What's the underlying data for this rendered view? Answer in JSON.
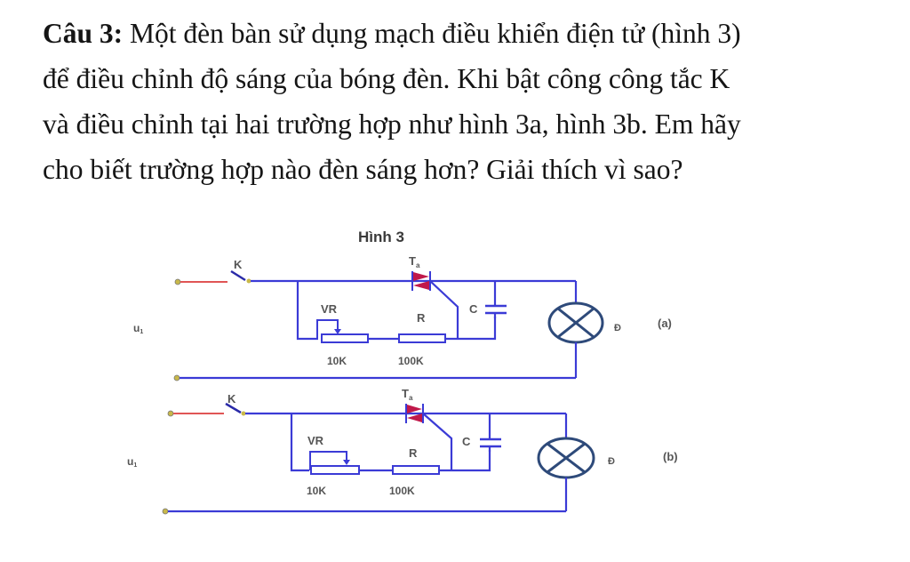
{
  "question": {
    "label": "Câu 3:",
    "lines": [
      " Một đèn bàn sử dụng mạch điều khiển điện tử (hình 3)",
      "để điều chỉnh độ sáng của bóng đèn. Khi bật công công tắc K",
      "và điều chỉnh tại hai trường hợp như hình 3a, hình 3b. Em hãy",
      "cho biết trường hợp nào đèn sáng hơn? Giải thích vì sao?"
    ]
  },
  "figure": {
    "title": "Hình 3",
    "colors": {
      "wire": "#3b3bd6",
      "switch_lead": "#e05555",
      "triac": "#c0184a",
      "lamp": "#2e4a7a",
      "terminal": "#c8b84a"
    },
    "circuits": [
      {
        "id": "a",
        "case_label": "(a)",
        "source_label": "u",
        "source_sub": "1",
        "switch_label": "K",
        "triac_label": "T",
        "triac_sub": "a",
        "vr_label": "VR",
        "vr_value": "10K",
        "r_label": "R",
        "r_value": "100K",
        "c_label": "C",
        "lamp_label": "Đ",
        "wiper_position": "right"
      },
      {
        "id": "b",
        "case_label": "(b)",
        "source_label": "u",
        "source_sub": "1",
        "switch_label": "K",
        "triac_label": "T",
        "triac_sub": "a",
        "vr_label": "VR",
        "vr_value": "10K",
        "r_label": "R",
        "r_value": "100K",
        "c_label": "C",
        "lamp_label": "Đ",
        "wiper_position": "far-right"
      }
    ]
  }
}
